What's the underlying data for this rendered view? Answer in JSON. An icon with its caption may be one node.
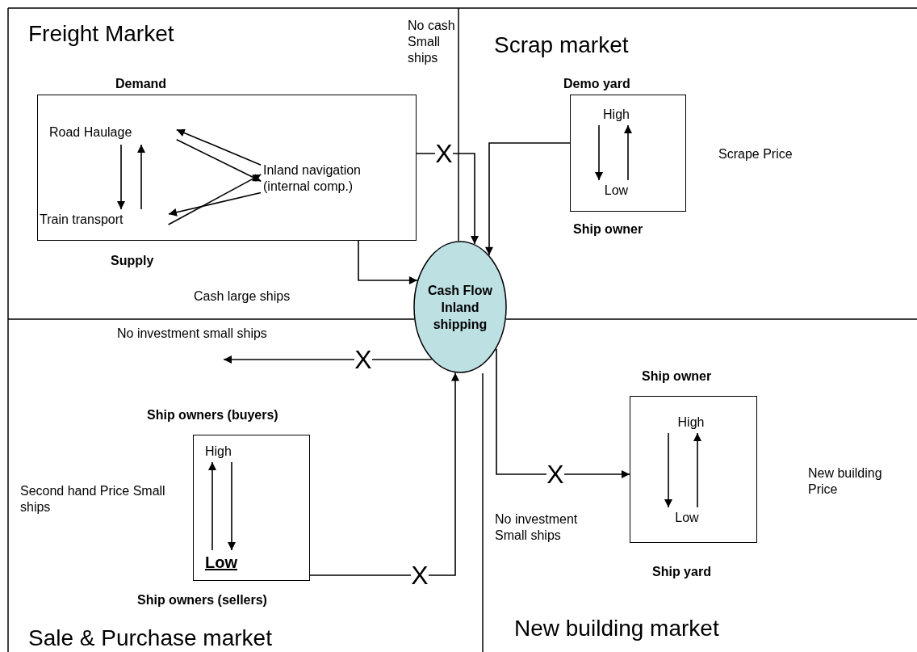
{
  "diagram": {
    "nodes": [
      {
        "text": [
          "Demand",
          "Supply"
        ]
      },
      {
        "text": [
          "Road Haulage"
        ],
        "in": 0
      },
      {
        "text": [
          "Train transport"
        ],
        "in": 0
      },
      {
        "text": [
          "Inland navigation (internal comp.)"
        ],
        "in": 0
      },
      {
        "text": [
          "Cash Flow Inland shipping"
        ]
      },
      {
        "text": [
          "Demo yard",
          "Ship owner"
        ],
        "beside": [
          "Scrape Price"
        ]
      },
      {
        "text": [
          "High"
        ],
        "in": 5
      },
      {
        "text": [
          "Low"
        ],
        "in": 5
      },
      {
        "text": [
          "Ship owners (buyers)",
          "Ship owners (sellers)"
        ],
        "beside": [
          "Second hand Price Small ships"
        ]
      },
      {
        "text": [
          "High"
        ],
        "in": 8
      },
      {
        "text": [
          "Low"
        ],
        "in": 8
      },
      {
        "text": [
          "Ship owner",
          "Ship yard"
        ],
        "beside": [
          "New building Price"
        ]
      },
      {
        "text": [
          "High"
        ],
        "in": 11
      },
      {
        "text": [
          "Low"
        ],
        "in": 11
      }
    ],
    "edges": [
      {
        "from": 1,
        "to": 2,
        "arrow": "to"
      },
      {
        "from": 2,
        "to": 1,
        "arrow": "to"
      },
      {
        "from": 3,
        "to": 1,
        "arrow": "to"
      },
      {
        "from": 1,
        "to": 3,
        "arrow": "to"
      },
      {
        "from": 2,
        "to": 3,
        "arrow": "to"
      },
      {
        "from": 3,
        "to": 2,
        "arrow": "to"
      },
      {
        "from": 0,
        "to": 4,
        "arrow": "to",
        "label": "X"
      },
      {
        "from": 0,
        "to": 4,
        "arrow": "to"
      },
      {
        "from": 5,
        "to": 4,
        "arrow": "to"
      },
      {
        "from": 6,
        "to": 7,
        "arrow": "to"
      },
      {
        "from": 7,
        "to": 6,
        "arrow": "to"
      },
      {
        "from": 4,
        "to": null,
        "arrow": "to",
        "label": "X"
      },
      {
        "from": 10,
        "to": 9,
        "arrow": "to"
      },
      {
        "from": 9,
        "to": 10,
        "arrow": "to"
      },
      {
        "from": 8,
        "to": 4,
        "arrow": "to",
        "label": "X"
      },
      {
        "from": 12,
        "to": 13,
        "arrow": "to"
      },
      {
        "from": 13,
        "to": 12,
        "arrow": "to"
      },
      {
        "from": 4,
        "to": 11,
        "arrow": "to",
        "label": "X"
      }
    ],
    "labels": [
      "Freight Market",
      "No cash Small ships",
      "Scrap market",
      "Cash large ships",
      "No investment small ships",
      "No investment Small ships",
      "Sale & Purchase market",
      "New building market"
    ]
  }
}
